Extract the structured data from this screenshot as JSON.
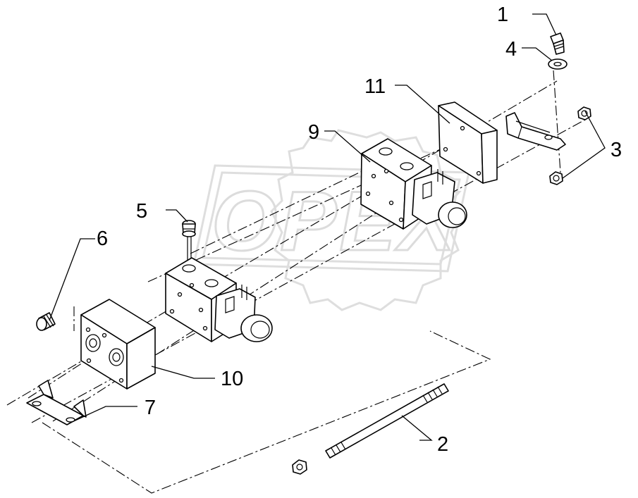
{
  "watermark": {
    "text": "OPEX"
  },
  "callouts": [
    {
      "id": "1",
      "label": "1"
    },
    {
      "id": "2",
      "label": "2"
    },
    {
      "id": "3",
      "label": "3"
    },
    {
      "id": "4",
      "label": "4"
    },
    {
      "id": "5",
      "label": "5"
    },
    {
      "id": "6",
      "label": "6"
    },
    {
      "id": "7",
      "label": "7"
    },
    {
      "id": "9",
      "label": "9"
    },
    {
      "id": "10",
      "label": "10"
    },
    {
      "id": "11",
      "label": "11"
    }
  ]
}
